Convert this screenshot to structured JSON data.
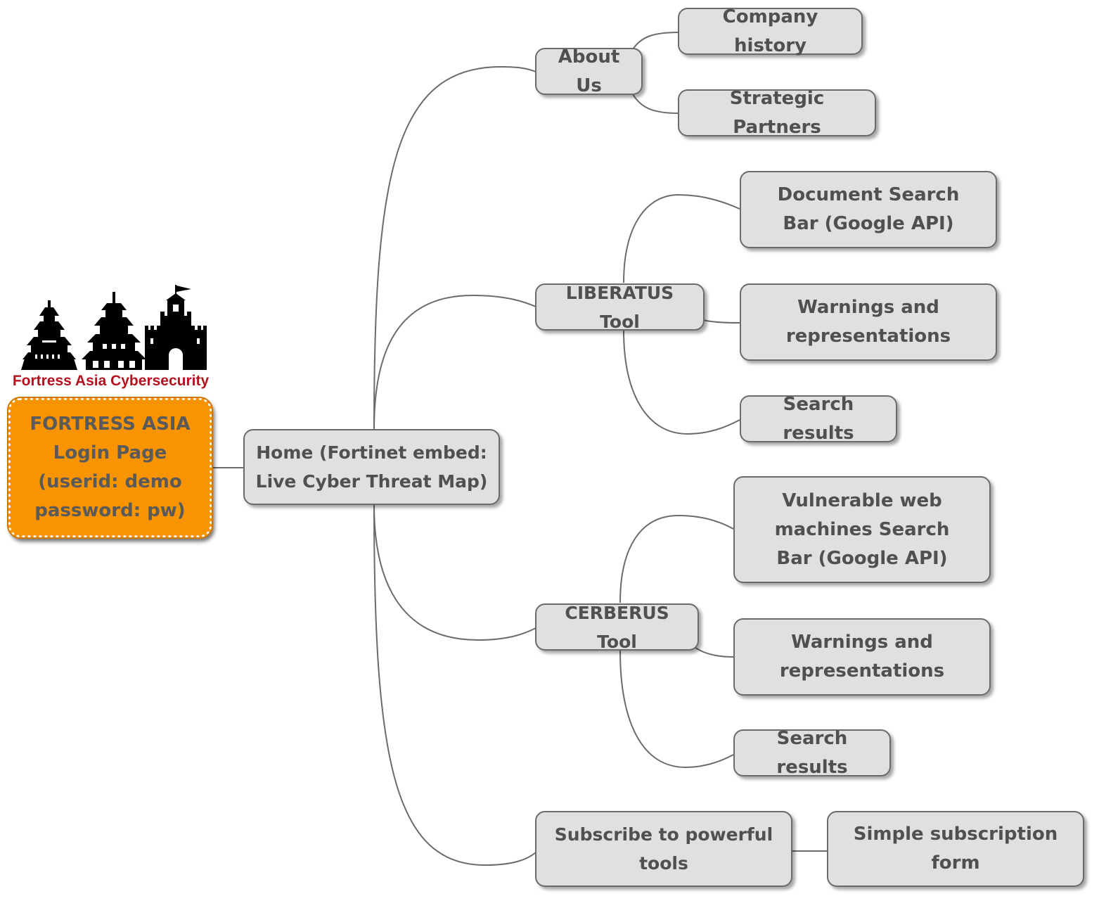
{
  "logo": {
    "caption": "Fortress Asia Cybersecurity"
  },
  "root": {
    "label": "FORTRESS ASIA Login Page (userid: demo password: pw)"
  },
  "home": {
    "label": "Home (Fortinet embed: Live Cyber Threat Map)"
  },
  "about": {
    "label": "About Us",
    "children": [
      "Company history",
      "Strategic Partners"
    ]
  },
  "liberatus": {
    "label": "LIBERATUS Tool",
    "children": [
      "Document Search Bar (Google API)",
      "Warnings and representations",
      "Search results"
    ]
  },
  "cerberus": {
    "label": "CERBERUS Tool",
    "children": [
      "Vulnerable web machines Search Bar (Google API)",
      "Warnings and representations",
      "Search results"
    ]
  },
  "subscribe": {
    "label": "Subscribe to powerful tools",
    "children": [
      "Simple subscription form"
    ]
  },
  "colors": {
    "root_fill": "#f79400",
    "node_fill": "#e0e0e0",
    "edge": "#6b6b6b",
    "logo_text": "#b3121f"
  }
}
